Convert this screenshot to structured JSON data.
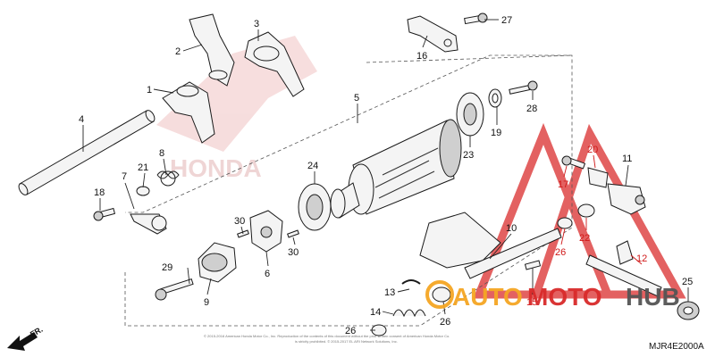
{
  "parts": [
    {
      "id": "p1",
      "number": "1"
    },
    {
      "id": "p2",
      "number": "2"
    },
    {
      "id": "p3",
      "number": "3"
    },
    {
      "id": "p4",
      "number": "4"
    },
    {
      "id": "p5",
      "number": "5"
    },
    {
      "id": "p6",
      "number": "6"
    },
    {
      "id": "p7",
      "number": "7"
    },
    {
      "id": "p8",
      "number": "8"
    },
    {
      "id": "p9",
      "number": "9"
    },
    {
      "id": "p10",
      "number": "10"
    },
    {
      "id": "p11",
      "number": "11"
    },
    {
      "id": "p12",
      "number": "12"
    },
    {
      "id": "p13",
      "number": "13"
    },
    {
      "id": "p14",
      "number": "14"
    },
    {
      "id": "p15",
      "number": "15"
    },
    {
      "id": "p16",
      "number": "16"
    },
    {
      "id": "p17",
      "number": "17"
    },
    {
      "id": "p18",
      "number": "18"
    },
    {
      "id": "p19",
      "number": "19"
    },
    {
      "id": "p20",
      "number": "20"
    },
    {
      "id": "p21",
      "number": "21"
    },
    {
      "id": "p22",
      "number": "22"
    },
    {
      "id": "p23",
      "number": "23"
    },
    {
      "id": "p24",
      "number": "24"
    },
    {
      "id": "p25",
      "number": "25"
    },
    {
      "id": "p26a",
      "number": "26"
    },
    {
      "id": "p26b",
      "number": "26"
    },
    {
      "id": "p26c",
      "number": "26"
    },
    {
      "id": "p27",
      "number": "27"
    },
    {
      "id": "p28",
      "number": "28"
    },
    {
      "id": "p29",
      "number": "29"
    },
    {
      "id": "p30a",
      "number": "30"
    },
    {
      "id": "p30b",
      "number": "30"
    }
  ],
  "diagram_code": "MJR4E2000A",
  "direction_label": "FR.",
  "watermark": {
    "brand_text": "HONDA",
    "brand_color": "#cc2222",
    "dealer_part1": "AUTO",
    "dealer_part2": "MOTO",
    "dealer_part3": "HUB",
    "dealer_color_primary": "#f5a623",
    "dealer_color_secondary": "#d92b2b",
    "dealer_color_tertiary": "#555555"
  },
  "copyright_line1": "© 2015-2016 American Honda Motor Co., Inc. Reproduction of the contents of this document without the prior written consent of American Honda Motor Co.",
  "copyright_line2": "is strictly prohibited. © 2015-2017 EL ARI Network Solutions, Inc."
}
